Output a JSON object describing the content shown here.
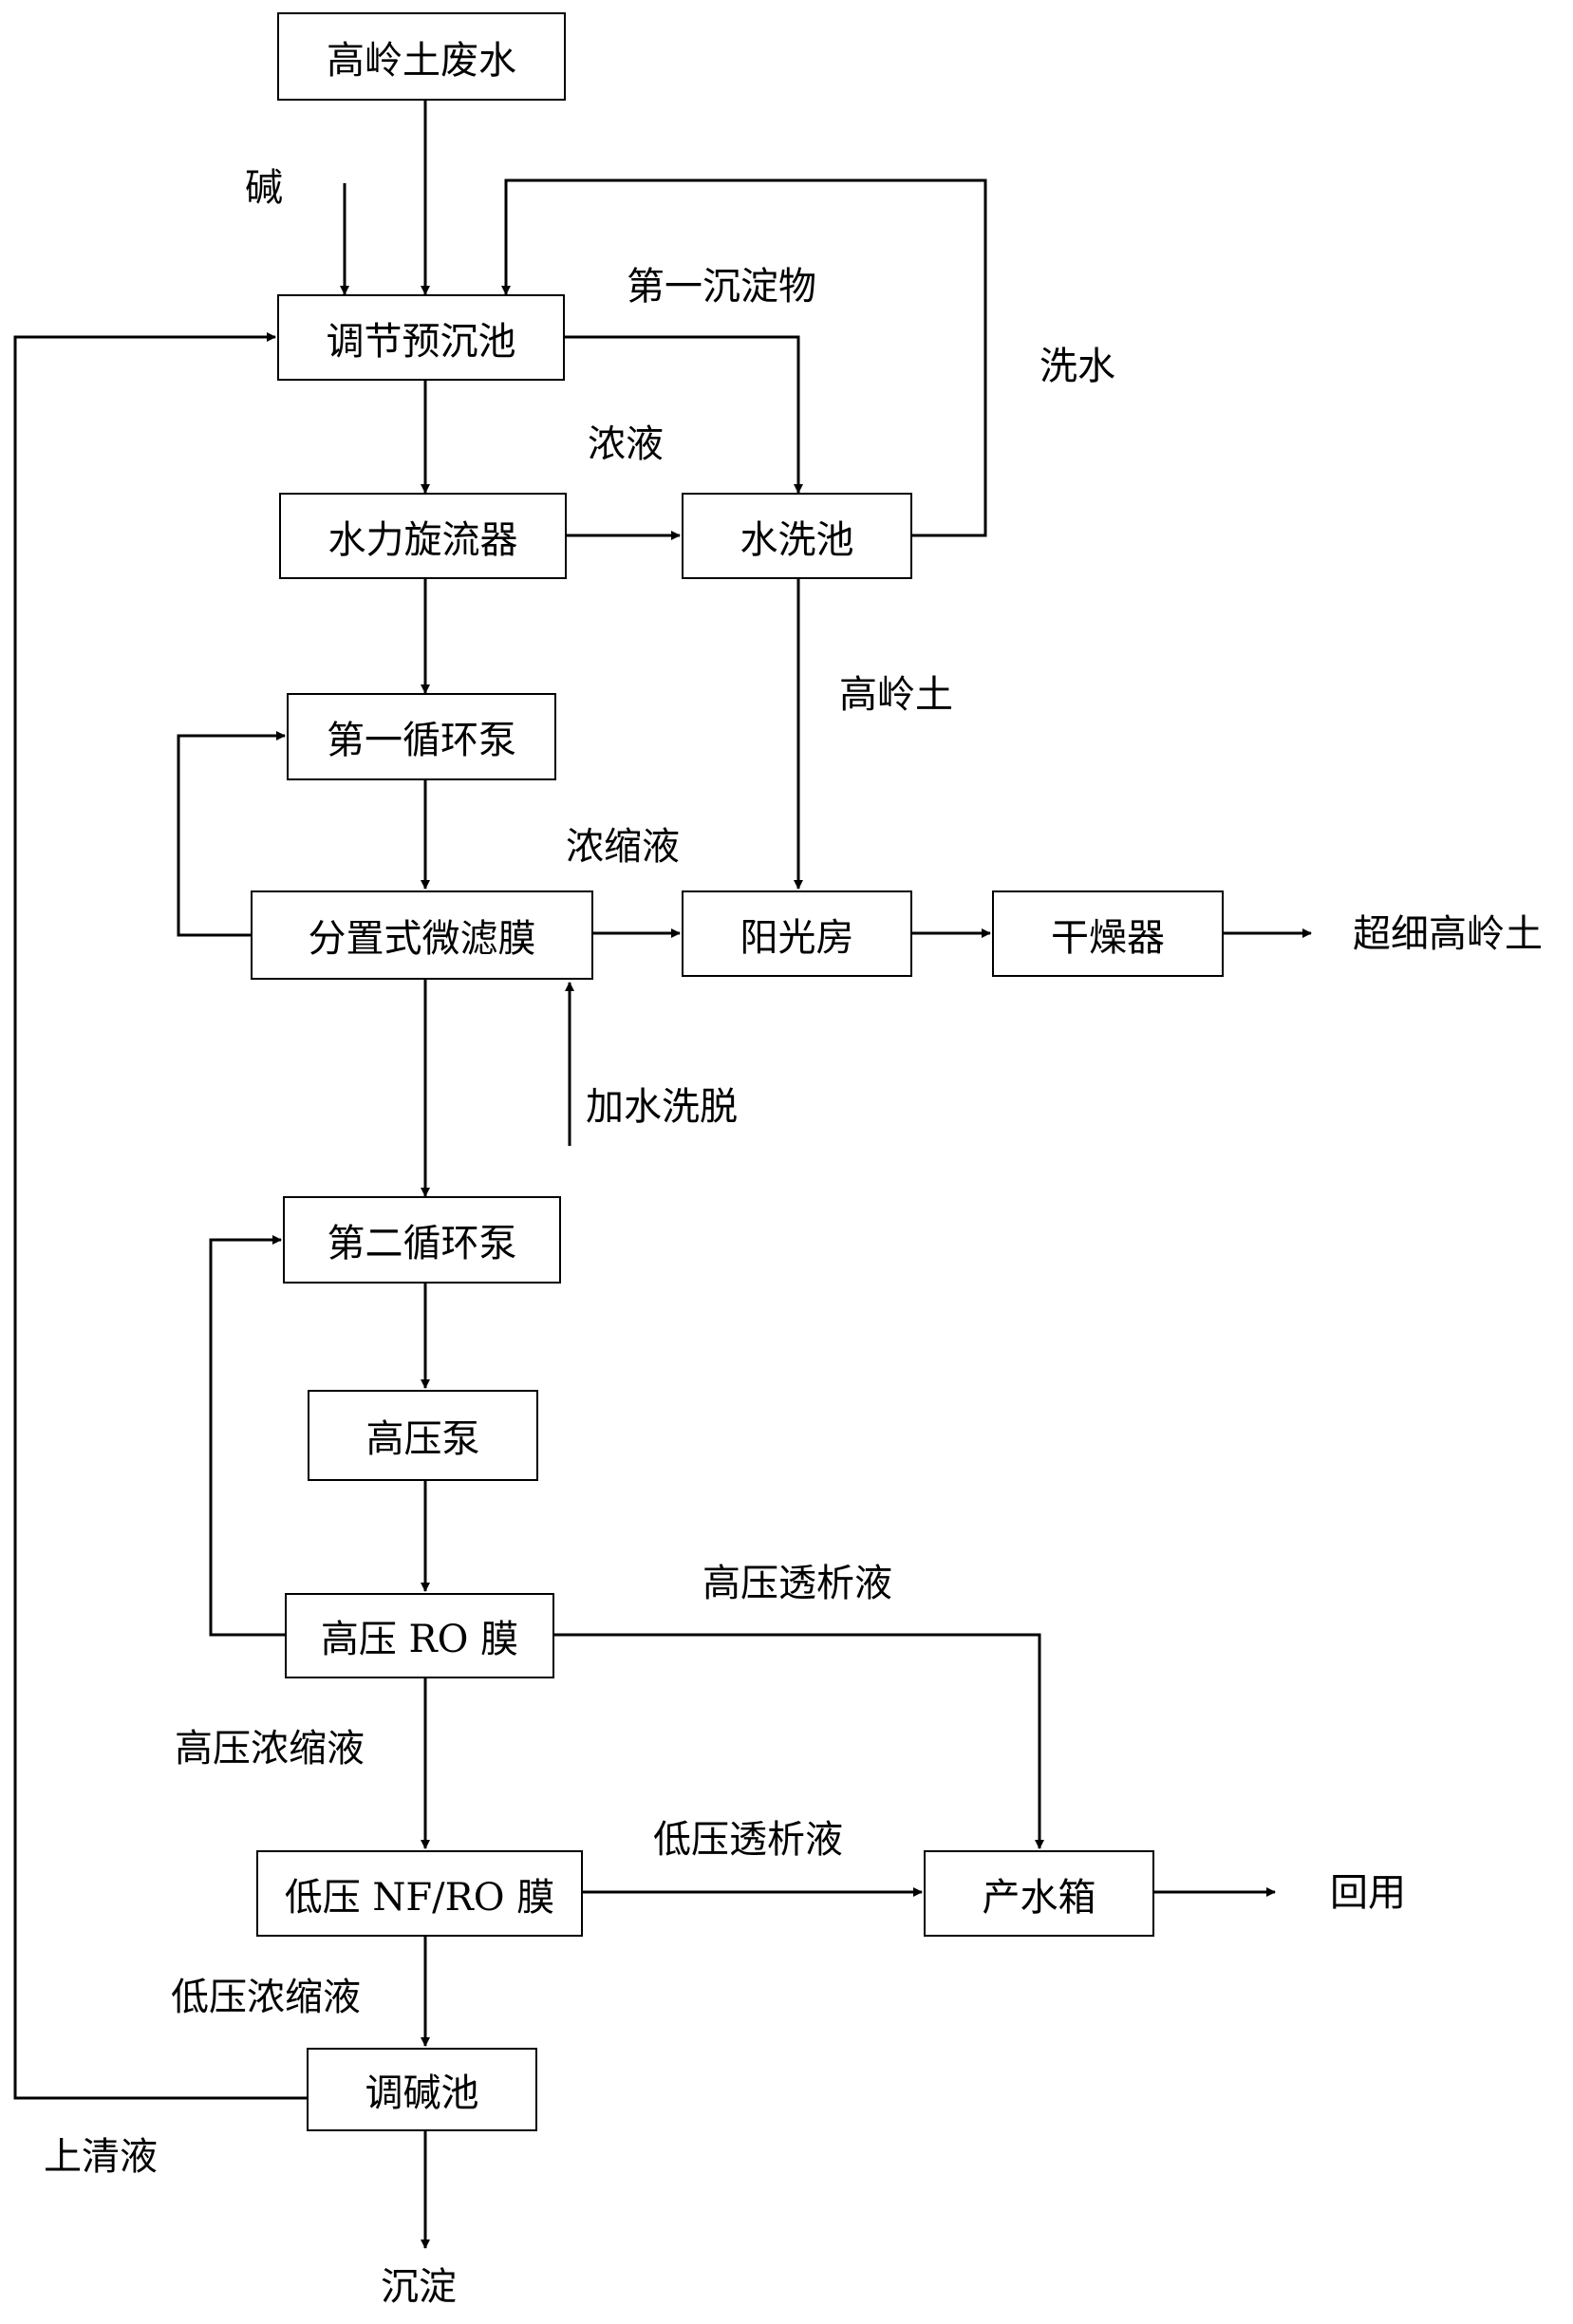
{
  "nodes": {
    "wastewater": "高岭土废水",
    "presettle": "调节预沉池",
    "hydrocyclone": "水力旋流器",
    "wash_tank": "水洗池",
    "pump1": "第一循环泵",
    "microfilter": "分置式微滤膜",
    "sunroom": "阳光房",
    "dryer": "干燥器",
    "pump2": "第二循环泵",
    "hp_pump": "高压泵",
    "hp_ro": "高压 RO 膜",
    "lp_nfro": "低压 NF/RO 膜",
    "product_tank": "产水箱",
    "alkali_tank": "调碱池"
  },
  "labels": {
    "alkali": "碱",
    "first_precipitate": "第一沉淀物",
    "wash_water": "洗水",
    "concentrate": "浓液",
    "kaolin": "高岭土",
    "concentrated_liquid": "浓缩液",
    "ultrafine_kaolin": "超细高岭土",
    "water_elution": "加水洗脱",
    "hp_permeate": "高压透析液",
    "hp_concentrate": "高压浓缩液",
    "lp_permeate": "低压透析液",
    "reuse": "回用",
    "lp_concentrate": "低压浓缩液",
    "supernatant": "上清液",
    "sediment": "沉淀"
  }
}
